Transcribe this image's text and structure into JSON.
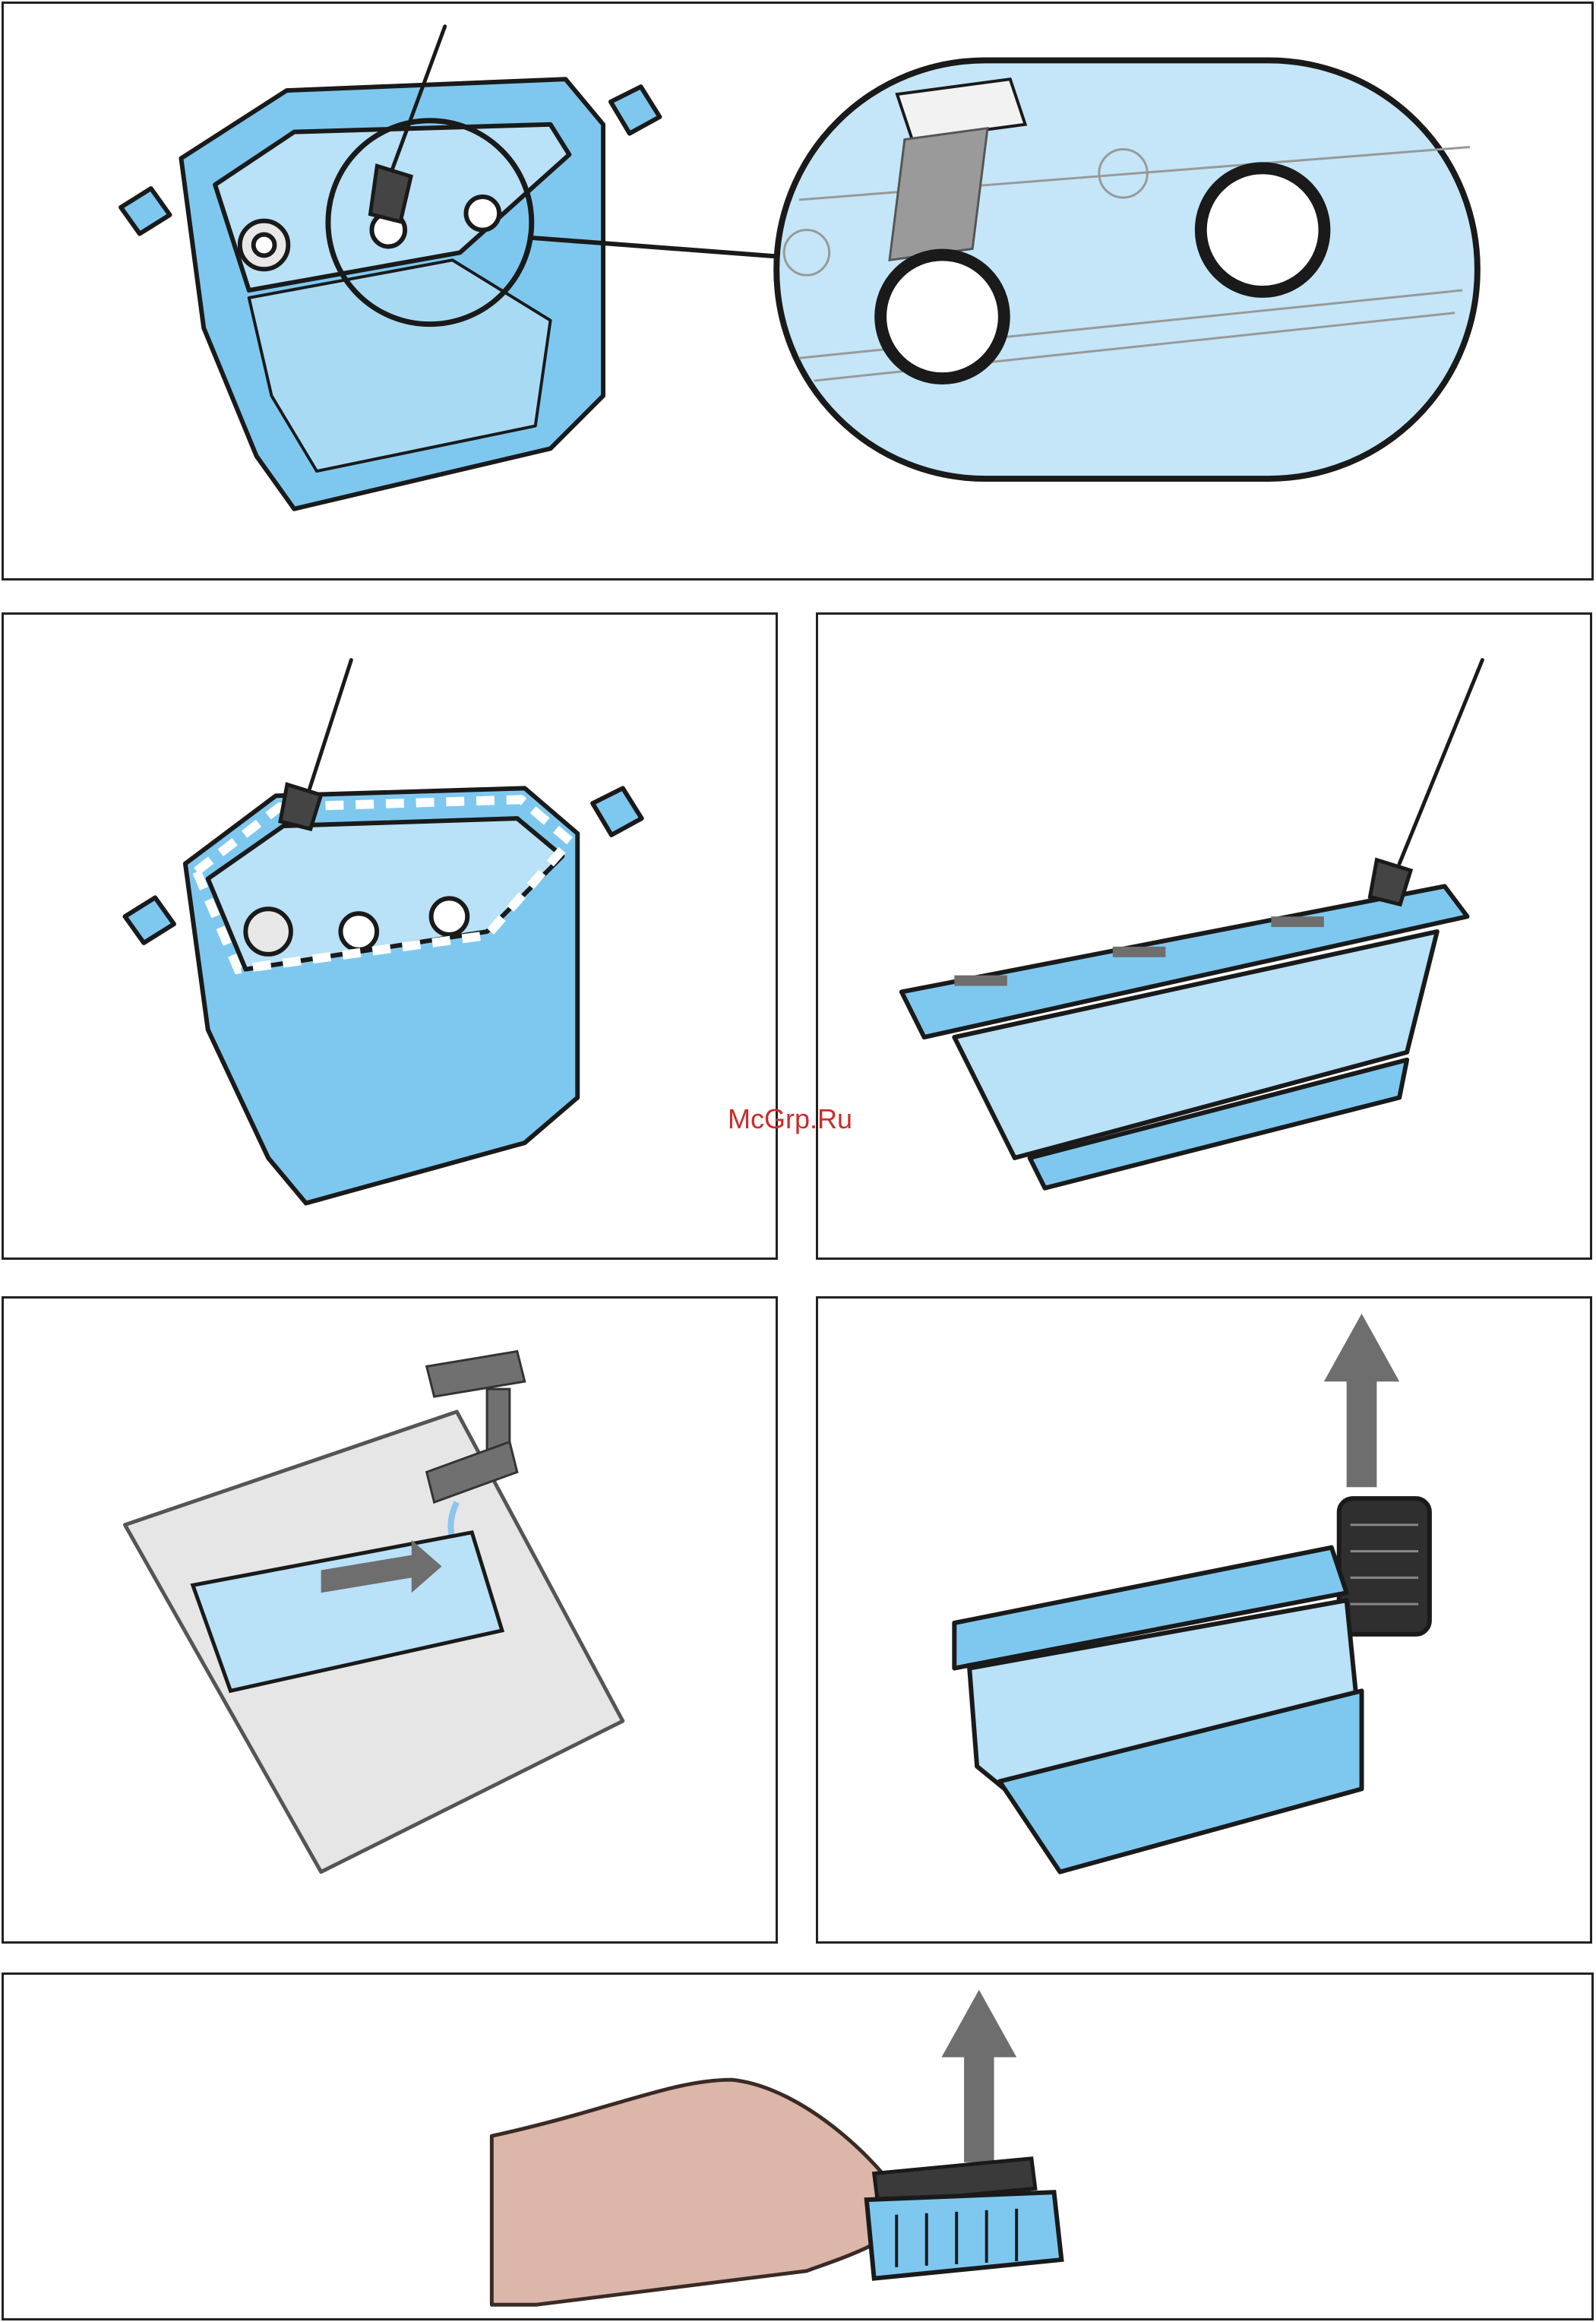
{
  "watermark": {
    "text": "McGrp.Ru"
  },
  "colors": {
    "part_blue": "#7ec8f0",
    "part_blue_light": "#b9e1f7",
    "outline": "#1a1a1a",
    "arrow_gray": "#6e6e6e",
    "sink_gray": "#e6e6e6",
    "skin": "#dcb6a9",
    "watermark_red": "#cc2b2b"
  },
  "panels": [
    {
      "step": "clean-openings-with-brush",
      "icons": [
        "brush-icon",
        "magnifier-circle-icon"
      ]
    },
    {
      "step": "clean-rim-with-brush",
      "icons": [
        "brush-icon",
        "double-arrow-icon"
      ]
    },
    {
      "step": "clean-lid-with-brush",
      "icons": [
        "brush-icon",
        "double-arrow-icon"
      ]
    },
    {
      "step": "rinse-under-tap",
      "icons": [
        "tap-icon",
        "water-icon",
        "arrow-icon"
      ]
    },
    {
      "step": "remove-filter",
      "icons": [
        "filter-icon",
        "arrow-up-icon"
      ]
    },
    {
      "step": "brush-filter",
      "icons": [
        "hand-icon",
        "brush-icon",
        "arrow-up-icon"
      ]
    }
  ]
}
